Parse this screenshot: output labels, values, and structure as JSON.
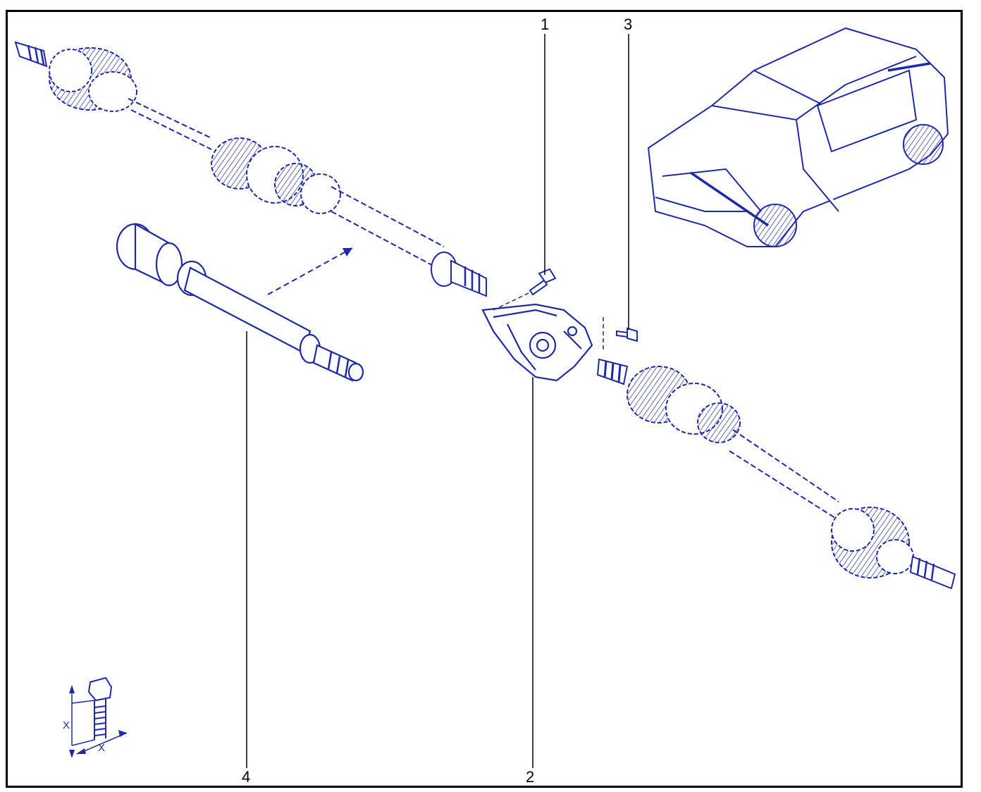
{
  "diagram": {
    "callouts": {
      "c1": "1",
      "c2": "2",
      "c3": "3",
      "c4": "4"
    },
    "torque_symbol": {
      "x_label_1": "X",
      "x_label_2": "X"
    },
    "colors": {
      "line_art": "#1f2aa6",
      "leader": "#000000",
      "frame": "#000000"
    },
    "components": [
      "driveshaft-assembly",
      "inner-joint-shaft",
      "bearing-bracket",
      "bracket-bolt",
      "bracket-screw",
      "vehicle-illustration",
      "bolt-tightening-symbol"
    ]
  }
}
